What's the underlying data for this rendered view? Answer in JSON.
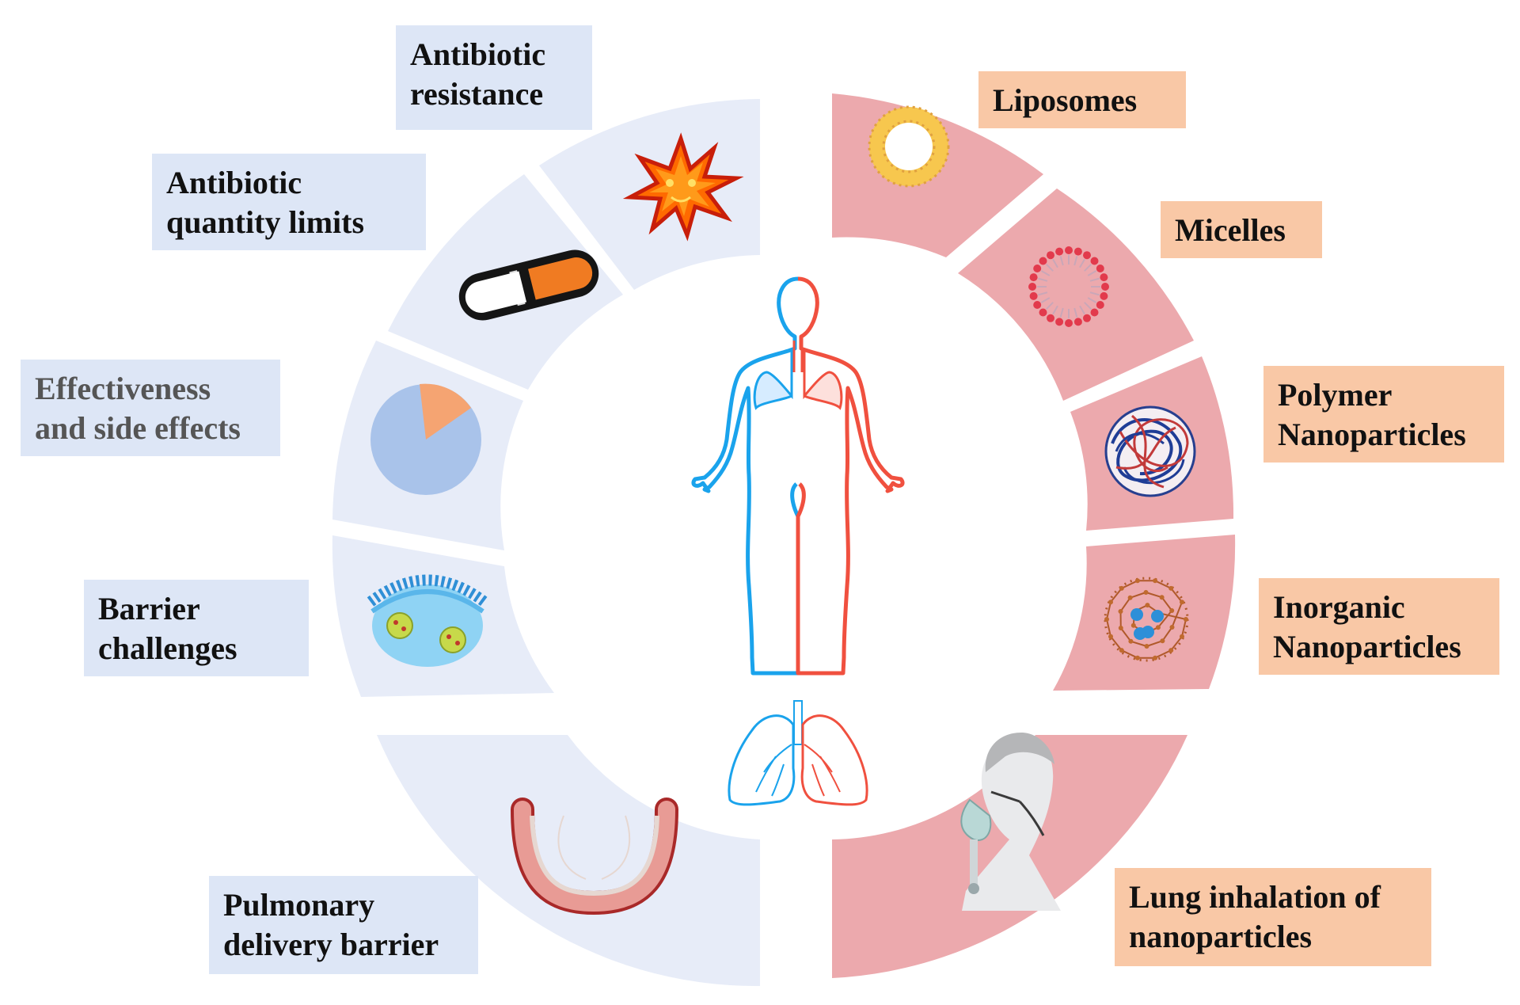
{
  "challenges": [
    {
      "id": "antibiotic-resistance",
      "lines": [
        "Antibiotic",
        "resistance"
      ],
      "icon": "explosion-star-icon"
    },
    {
      "id": "antibiotic-quantity-limits",
      "lines": [
        "Antibiotic",
        "quantity limits"
      ],
      "icon": "capsule-pill-icon"
    },
    {
      "id": "effectiveness-side-effects",
      "lines": [
        "Effectiveness",
        "and side effects"
      ],
      "icon": "pie-chart-icon"
    },
    {
      "id": "barrier-challenges",
      "lines": [
        "Barrier",
        "challenges"
      ],
      "icon": "cell-membrane-icon"
    },
    {
      "id": "pulmonary-delivery-barrier",
      "lines": [
        "Pulmonary",
        "delivery barrier"
      ],
      "icon": "airway-wall-icon"
    }
  ],
  "nanocarriers": [
    {
      "id": "liposomes",
      "lines": [
        "Liposomes"
      ],
      "icon": "liposome-icon"
    },
    {
      "id": "micelles",
      "lines": [
        "Micelles"
      ],
      "icon": "micelle-icon"
    },
    {
      "id": "polymer-nanoparticles",
      "lines": [
        "Polymer",
        "Nanoparticles"
      ],
      "icon": "polymer-ball-icon"
    },
    {
      "id": "inorganic-nanoparticles",
      "lines": [
        "Inorganic",
        "Nanoparticles"
      ],
      "icon": "fullerene-cage-icon"
    },
    {
      "id": "lung-inhalation",
      "lines": [
        "Lung inhalation of",
        "nanoparticles"
      ],
      "icon": "inhalation-mask-icon"
    }
  ],
  "center": {
    "icons": [
      "human-body-icon",
      "lungs-icon"
    ]
  },
  "colors": {
    "left_ring": "#e7ecf8",
    "right_ring": "#eca9ad",
    "blue_label": "#dde6f6",
    "orange_label": "#f9c8a6",
    "body_blue": "#1aa3ec",
    "body_red": "#f0503f"
  }
}
